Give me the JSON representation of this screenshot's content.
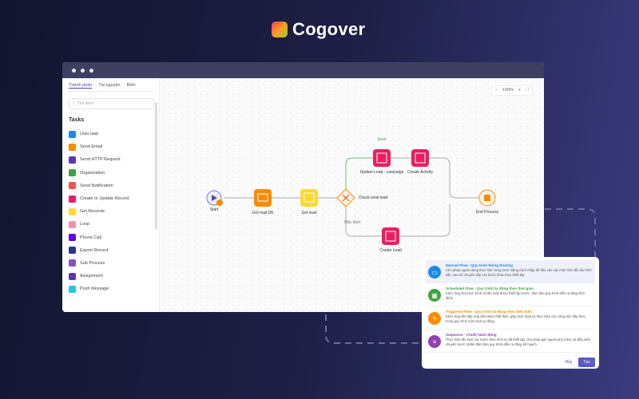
{
  "brand": {
    "name": "Cogover"
  },
  "sidebar": {
    "tabs": [
      "Thành phần",
      "Tài nguyên",
      "Biến"
    ],
    "search_placeholder": "Tìm kiếm",
    "section": "Tasks",
    "items": [
      {
        "label": "User task",
        "color": "#1e88e5"
      },
      {
        "label": "Send Email",
        "color": "#fb8c00"
      },
      {
        "label": "Send HTTP Request",
        "color": "#5e35b1"
      },
      {
        "label": "Organization",
        "color": "#43a047"
      },
      {
        "label": "Send Notification",
        "color": "#ef5350"
      },
      {
        "label": "Create or Update Record",
        "color": "#e91e63"
      },
      {
        "label": "Get Records",
        "color": "#fdd835"
      },
      {
        "label": "Loop",
        "color": "#f48fb1"
      },
      {
        "label": "Phone Call",
        "color": "#6200ea"
      },
      {
        "label": "Export Record",
        "color": "#283593"
      },
      {
        "label": "Sub Process",
        "color": "#7e57c2"
      },
      {
        "label": "Assignment",
        "color": "#5e35b1"
      },
      {
        "label": "Push Message",
        "color": "#26c6da"
      }
    ]
  },
  "canvas": {
    "zoom": "100%",
    "zoom_out": "−",
    "zoom_in": "+",
    "nodes": {
      "start": "Start",
      "mail": "Gửi mail DK",
      "getlead": "Get lead",
      "check": "Check exist lead",
      "update": "Update Lead - campaign",
      "activity": "Create Activity",
      "createlead": "Create Lead",
      "end": "End Process"
    },
    "edges": {
      "exist": "Exist",
      "default": "Mặc định"
    }
  },
  "dialog": {
    "options": [
      {
        "title": "Manual Flow - Quy trình thông thường",
        "desc": "Cho phép người dùng thực hiện từng bước bằng cách nhập dữ liệu vào các màn hình đã cấu hình sẵn, sau đó chuyển tiếp các bước khác theo thiết lập.",
        "color": "#1e88e5"
      },
      {
        "title": "Scheduled Flow - Quy trình tự động theo thời gian",
        "desc": "Khởi chạy theo lịch trình và tần suất được thiết lập trước, đảm bảo quy trình diễn ra đúng thời điểm.",
        "color": "#43a047"
      },
      {
        "title": "Triggered Flow - Quy trình tự động theo điều kiện",
        "desc": "Khởi chạy khi đáp ứng điều kiện nhất định, giúp kích hoạt và thực hiện các công việc tiếp theo trong quy trình một cách tự động.",
        "color": "#fb8c00"
      },
      {
        "title": "Sequence - Chuỗi hành động",
        "desc": "Thực hiện lần lượt các bước theo trình tự đã thiết lập, cho phép gán người phụ trách và điều kiện chuyển bước nhằm đảm bảo quy trình diễn ra đúng kế hoạch.",
        "color": "#8e44ad"
      }
    ],
    "cancel": "Hủy",
    "create": "Tạo"
  }
}
